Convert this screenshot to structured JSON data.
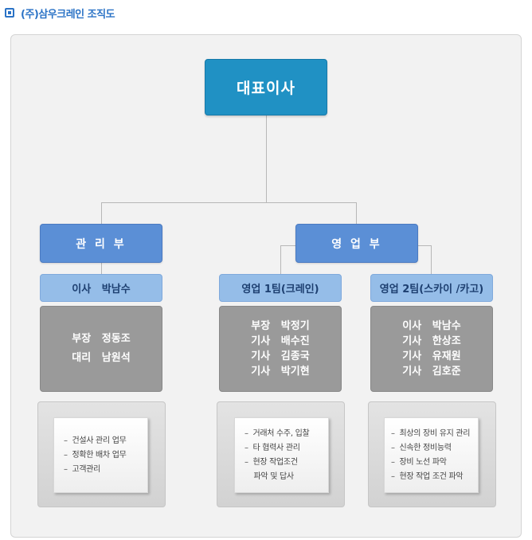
{
  "title": "(주)삼우크레인 조직도",
  "ceo": "대표이사",
  "departments": [
    {
      "name": "관 리 부",
      "teams": [
        {
          "head": "이사   박남수",
          "staff": [
            "부장   정동조",
            "대리   남원석"
          ],
          "duties": [
            "–  건설사 관리 업무",
            "–  정확한 배차 업무",
            "–  고객관리"
          ]
        }
      ]
    },
    {
      "name": "영 업 부",
      "teams": [
        {
          "head": "영업 1팀(크레인)",
          "staff": [
            "부장   박정기",
            "기사   배수진",
            "기사   김종국",
            "기사   박기현"
          ],
          "duties": [
            "–  거래처 수주, 입찰",
            "–  타 협력사 관리",
            "–  현장 작업조건",
            "    파악 및 답사"
          ]
        },
        {
          "head": "영업 2팀(스카이 /카고)",
          "staff": [
            "이사   박남수",
            "기사   한상조",
            "기사   유재원",
            "기사   김호준"
          ],
          "duties": [
            "–  최상의 장비 유지 관리",
            "–  신속한 정비능력",
            "–  장비 노선 파악",
            "–  현장 작업 조건 파악"
          ]
        }
      ]
    }
  ]
}
